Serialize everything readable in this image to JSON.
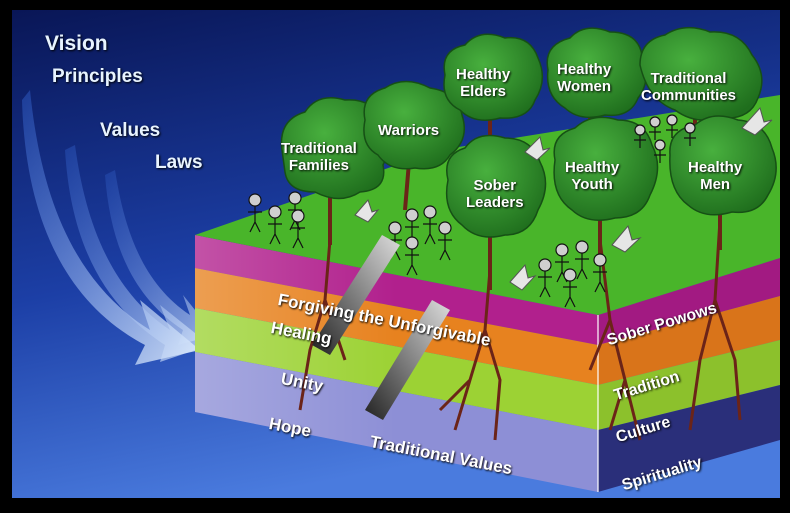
{
  "hierarchy": {
    "vision": "Vision",
    "principles": "Principles",
    "values": "Values",
    "laws": "Laws"
  },
  "trees": {
    "traditional_families": "Traditional\nFamilies",
    "warriors": "Warriors",
    "healthy_elders": "Healthy\nElders",
    "healthy_women": "Healthy\nWomen",
    "traditional_communities": "Traditional\nCommunities",
    "sober_leaders": "Sober\nLeaders",
    "healthy_youth": "Healthy\nYouth",
    "healthy_men": "Healthy\nMen"
  },
  "front_layers": {
    "forgiving": "Forgiving the Unforgivable",
    "healing": "Healing",
    "unity": "Unity",
    "hope": "Hope",
    "traditional_values": "Traditional Values"
  },
  "side_layers": {
    "sober_powows": "Sober Powows",
    "tradition": "Tradition",
    "culture": "Culture",
    "spirituality": "Spirituality"
  },
  "colors": {
    "background_top": "#0d1f7a",
    "background_bottom": "#3b6fd6",
    "grass": "#49b52a",
    "tree_foliage": "#2f8f2b",
    "layer_magenta": "#b1208d",
    "layer_orange": "#e7821f",
    "layer_lime": "#9cd234",
    "layer_lavender": "#8d8fd6",
    "root_brown": "#6b2418"
  }
}
